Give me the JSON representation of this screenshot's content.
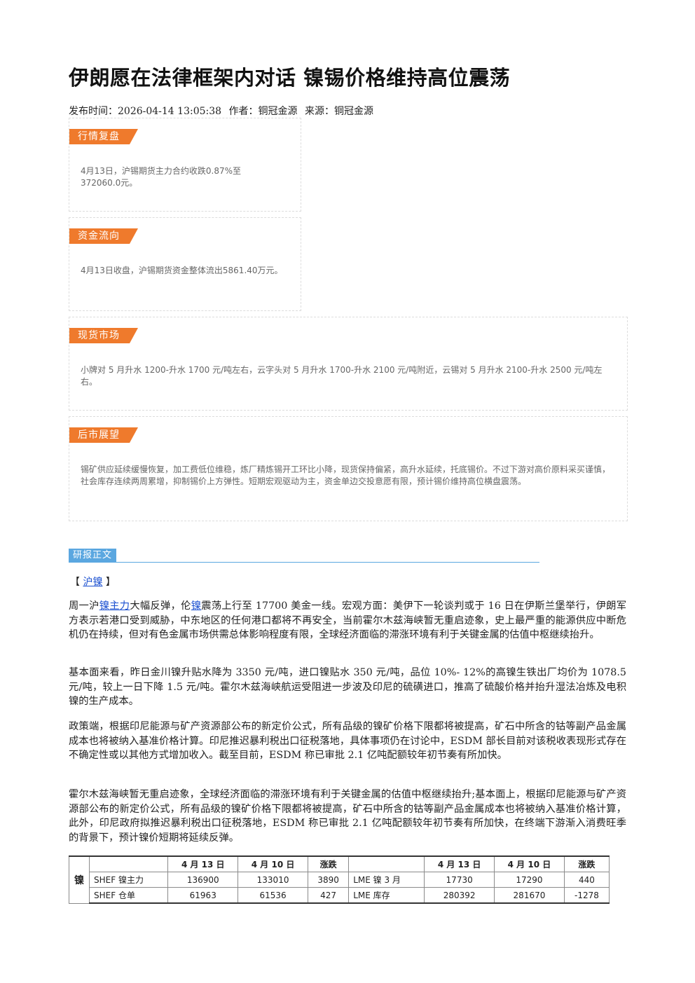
{
  "article": {
    "title": "伊朗愿在法律框架内对话 镍锡价格维持高位震荡",
    "publish_label": "发布时间：",
    "publish_time": "2026-04-14 13:05:38",
    "author_label": "作者：",
    "author": "铜冠金源",
    "source_label": "来源：",
    "source": "铜冠金源"
  },
  "sections": [
    {
      "tag": "行情复盘",
      "text": "4月13日，沪锡期货主力合约收跌0.87%至372060.0元。"
    },
    {
      "tag": "资金流向",
      "text": "4月13日收盘，沪锡期货资金整体流出5861.40万元。"
    },
    {
      "tag": "现货市场",
      "text": "小牌对 5 月升水 1200-升水 1700 元/吨左右，云字头对 5 月升水 1700-升水 2100 元/吨附近，云锡对 5 月升水 2100-升水 2500 元/吨左右。"
    },
    {
      "tag": "后市展望",
      "text": "锡矿供应延续缓慢恢复，加工费低位维稳，炼厂精炼锡开工环比小降，现货保持偏紧，高升水延续，托底锡价。不过下游对高价原料采买谨慎，社会库存连续两周累增，抑制锡价上方弹性。短期宏观驱动为主，资金单边交投意愿有限，预计锡价维持高位横盘震荡。"
    }
  ],
  "report": {
    "tag": "研报正文",
    "bracket_open": "【",
    "bracket_link": "沪镍",
    "bracket_close": "】",
    "p1_a": "周一沪",
    "p1_link1": "镍主力",
    "p1_b": "大幅反弹，伦",
    "p1_link2": "镍",
    "p1_c": "震荡上行至 17700 美金一线。宏观方面：美伊下一轮谈判或于 16 日在伊斯兰堡举行，伊朗军方表示若港口受到威胁，中东地区的任何港口都将不再安全，当前霍尔木兹海峡暂无重启迹象，史上最严重的能源供应中断危机仍在持续，但对有色金属市场供需总体影响程度有限，全球经济面临的滞涨环境有利于关键金属的估值中枢继续抬升。",
    "p2": "基本面来看，昨日金川镍升贴水降为 3350 元/吨，进口镍贴水 350 元/吨，品位 10%- 12%的高镍生铁出厂均价为 1078.5 元/吨，较上一日下降 1.5 元/吨。霍尔木兹海峡航运受阻进一步波及印尼的硫磺进口，推高了硫酸价格并抬升湿法冶炼及电积镍的生产成本。",
    "p3": "政策端，根据印尼能源与矿产资源部公布的新定价公式，所有品级的镍矿价格下限都将被提高，矿石中所含的钴等副产品金属成本也将被纳入基准价格计算。印尼推迟暴利税出口征税落地，具体事项仍在讨论中，ESDM 部长目前对该税收表现形式存在不确定性或以其他方式增加收入。截至目前，ESDM 称已审批 2.1 亿吨配额较年初节奏有所加快。",
    "p4": "霍尔木兹海峡暂无重启迹象，全球经济面临的滞涨环境有利于关键金属的估值中枢继续抬升;基本面上，根据印尼能源与矿产资源部公布的新定价公式，所有品级的镍矿价格下限都将被提高，矿石中所含的钴等副产品金属成本也将被纳入基准价格计算，此外，印尼政府拟推迟暴利税出口征税落地，ESDM 称已审批 2.1 亿吨配额较年初节奏有所加快，在终端下游渐入消费旺季的背景下，预计镍价短期将延续反弹。"
  },
  "table": {
    "metal": "镍",
    "headers": [
      "",
      "4 月 13 日",
      "4 月 10 日",
      "涨跌",
      "",
      "4 月 13 日",
      "4 月 10 日",
      "涨跌"
    ],
    "rows": [
      [
        "SHEF 镍主力",
        "136900",
        "133010",
        "3890",
        "LME 镍 3 月",
        "17730",
        "17290",
        "440"
      ],
      [
        "SHEF 仓单",
        "61963",
        "61536",
        "427",
        "LME 库存",
        "280392",
        "281670",
        "-1278"
      ]
    ]
  }
}
